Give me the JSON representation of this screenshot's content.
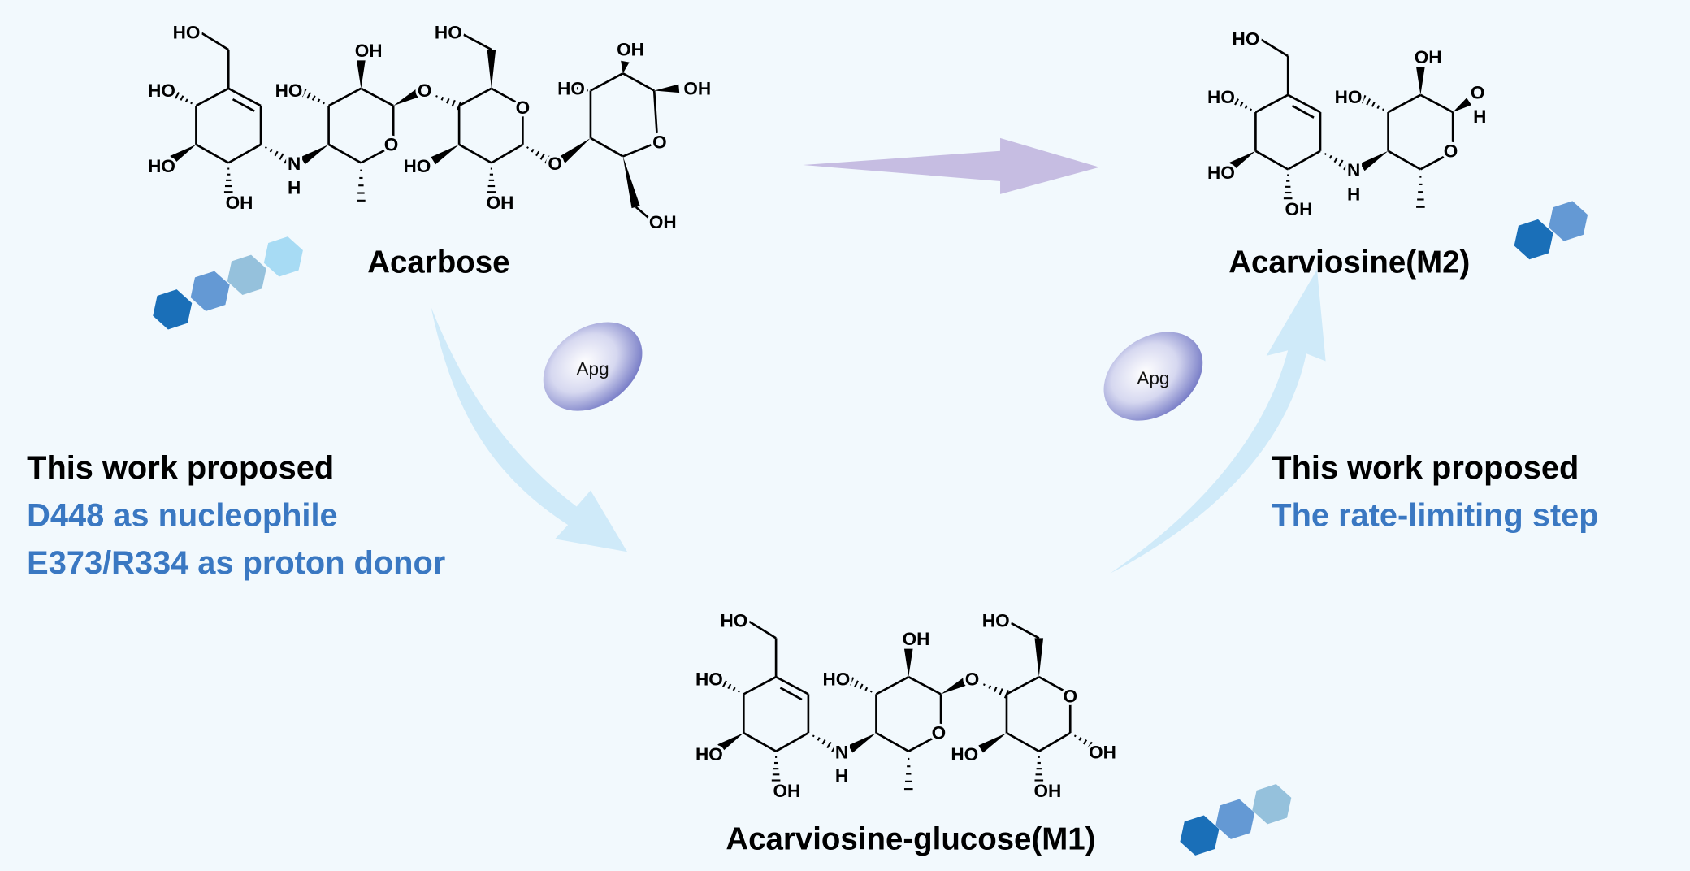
{
  "colors": {
    "background": "#f2f9fd",
    "note_black": "#000000",
    "note_blue": "#3a78c2",
    "flow_arrow": "#cfeaf9",
    "top_arrow": "#c6bde2",
    "enzyme": "#7b80c8",
    "hexagons": [
      "#1a6fb8",
      "#6499d4",
      "#95c1dc",
      "#a7dbf4"
    ]
  },
  "molecules": {
    "acarbose": {
      "name": "Acarbose",
      "atom_labels": [
        "HO",
        "HO",
        "HO",
        "OH",
        "N",
        "H",
        "OH",
        "HO",
        "O",
        "O",
        "HO",
        "O",
        "HO",
        "OH",
        "O",
        "OH",
        "HO",
        "OH",
        "O",
        "OH"
      ],
      "sugar_units": 4
    },
    "m2": {
      "name": "Acarviosine(M2)",
      "atom_labels": [
        "HO",
        "HO",
        "HO",
        "OH",
        "N",
        "H",
        "OH",
        "HO",
        "O",
        "O",
        "H"
      ],
      "sugar_units": 2
    },
    "m1": {
      "name": "Acarviosine-glucose(M1)",
      "atom_labels": [
        "HO",
        "HO",
        "HO",
        "OH",
        "N",
        "H",
        "OH",
        "HO",
        "O",
        "O",
        "HO",
        "O",
        "HO",
        "OH",
        "OH"
      ],
      "sugar_units": 3
    }
  },
  "enzymes": [
    {
      "label": "Apg"
    },
    {
      "label": "Apg"
    }
  ],
  "notes": {
    "left": {
      "heading": "This work proposed",
      "lines": [
        "D448 as nucleophile",
        "E373/R334 as proton donor"
      ]
    },
    "right": {
      "heading": "This work proposed",
      "lines": [
        "The rate-limiting step"
      ]
    }
  }
}
